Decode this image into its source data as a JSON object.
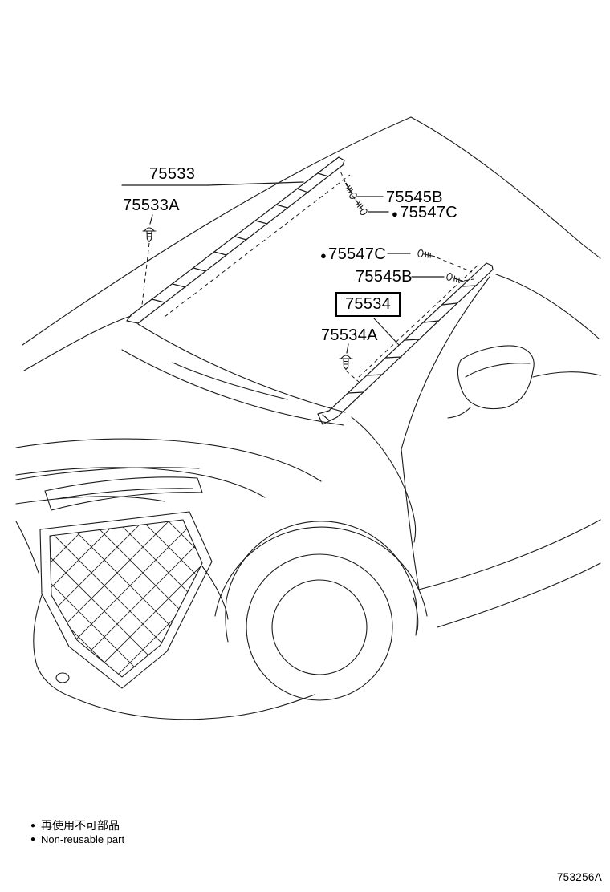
{
  "diagram_code": "753256A",
  "legend": {
    "line1_jp": "再使用不可部品",
    "line2_en": "Non-reusable part"
  },
  "labels": {
    "p75533": "75533",
    "p75533A": "75533A",
    "p75545B_top": "75545B",
    "p75547C_top": "75547C",
    "p75547C_mid": "75547C",
    "p75545B_mid": "75545B",
    "p75534": "75534",
    "p75534A": "75534A"
  },
  "icons": {
    "non_reusable_bullet": "●",
    "clip": "clip-icon",
    "screw": "screw-icon"
  },
  "colors": {
    "line": "#1a1a1a",
    "background": "#ffffff",
    "label_text": "#000000"
  },
  "notes": {
    "boxed_part": "75534"
  }
}
